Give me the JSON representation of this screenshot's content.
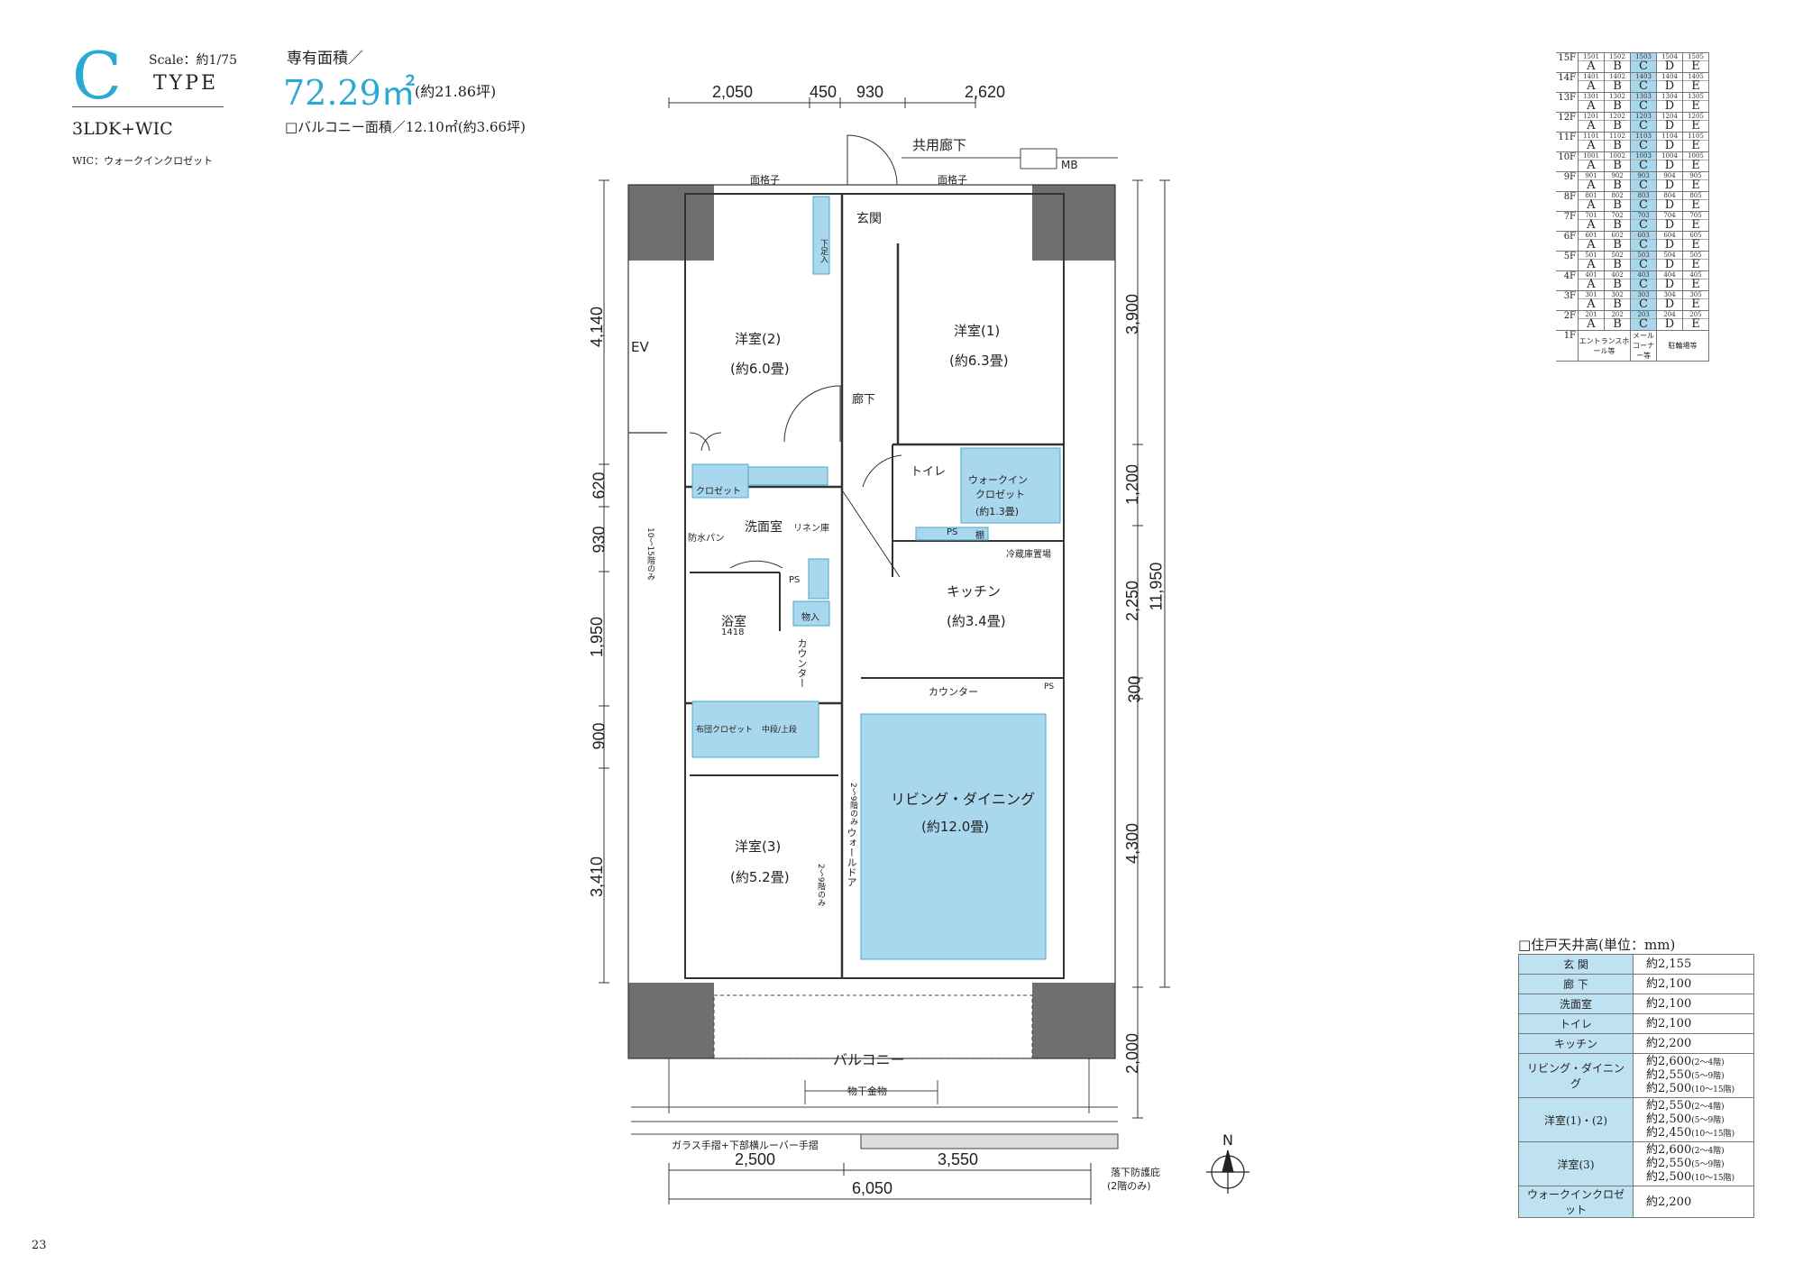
{
  "header": {
    "type_letter": "C",
    "scale": "Scale：約1/75",
    "type_word": "TYPE",
    "plan_type": "3LDK+WIC",
    "wic_note": "WIC：ウォークインクロゼット",
    "area_label": "専有面積／",
    "area_value": "72.29㎡",
    "area_tsubo": "(約21.86坪)",
    "balcony_area": "□バルコニー面積／12.10㎡(約3.66坪)"
  },
  "page_number": "23",
  "floor_grid": {
    "floors": [
      "15F",
      "14F",
      "13F",
      "12F",
      "11F",
      "10F",
      "9F",
      "8F",
      "7F",
      "6F",
      "5F",
      "4F",
      "3F",
      "2F"
    ],
    "letters": [
      "A",
      "B",
      "C",
      "D",
      "E"
    ],
    "highlight": "C",
    "rooms": [
      [
        "1501",
        "1502",
        "1503",
        "1504",
        "1505"
      ],
      [
        "1401",
        "1402",
        "1403",
        "1404",
        "1405"
      ],
      [
        "1301",
        "1302",
        "1303",
        "1304",
        "1305"
      ],
      [
        "1201",
        "1202",
        "1203",
        "1204",
        "1205"
      ],
      [
        "1101",
        "1102",
        "1103",
        "1104",
        "1105"
      ],
      [
        "1001",
        "1002",
        "1003",
        "1004",
        "1005"
      ],
      [
        "901",
        "902",
        "903",
        "904",
        "905"
      ],
      [
        "801",
        "802",
        "803",
        "804",
        "805"
      ],
      [
        "701",
        "702",
        "703",
        "704",
        "705"
      ],
      [
        "601",
        "602",
        "603",
        "604",
        "605"
      ],
      [
        "501",
        "502",
        "503",
        "504",
        "505"
      ],
      [
        "401",
        "402",
        "403",
        "404",
        "405"
      ],
      [
        "301",
        "302",
        "303",
        "304",
        "305"
      ],
      [
        "201",
        "202",
        "203",
        "204",
        "205"
      ]
    ],
    "first_floor": {
      "label": "1F",
      "c1": "エントランスホール等",
      "c2": "メールコーナー等",
      "c3": "駐輪場等"
    }
  },
  "ceiling_table": {
    "title": "□住戸天井高(単位：mm)",
    "rows": [
      {
        "room": "玄 関",
        "value": "約2,155",
        "sub": ""
      },
      {
        "room": "廊 下",
        "value": "約2,100",
        "sub": ""
      },
      {
        "room": "洗面室",
        "value": "約2,100",
        "sub": ""
      },
      {
        "room": "トイレ",
        "value": "約2,100",
        "sub": ""
      },
      {
        "room": "キッチン",
        "value": "約2,200",
        "sub": ""
      },
      {
        "room": "リビング・ダイニング",
        "value": "約2,600",
        "sub": "(2〜4階)",
        "value2": "約2,550",
        "sub2": "(5〜9階)",
        "value3": "約2,500",
        "sub3": "(10〜15階)"
      },
      {
        "room": "洋室(1)・(2)",
        "value": "約2,550",
        "sub": "(2〜4階)",
        "value2": "約2,500",
        "sub2": "(5〜9階)",
        "value3": "約2,450",
        "sub3": "(10〜15階)"
      },
      {
        "room": "洋室(3)",
        "value": "約2,600",
        "sub": "(2〜4階)",
        "value2": "約2,550",
        "sub2": "(5〜9階)",
        "value3": "約2,500",
        "sub3": "(10〜15階)"
      },
      {
        "room": "ウォークインクロゼット",
        "value": "約2,200",
        "sub": ""
      }
    ]
  },
  "plan": {
    "dims_top": [
      "2,050",
      "450",
      "930",
      "2,620"
    ],
    "dims_bottom": [
      "2,500",
      "3,550",
      "6,050"
    ],
    "dims_left": [
      "4,140",
      "620",
      "930",
      "1,950",
      "900",
      "3,410"
    ],
    "dims_right": [
      "3,900",
      "1,200",
      "2,250",
      "300",
      "4,300",
      "2,000"
    ],
    "dim_total_right": "11,950",
    "labels": {
      "corridor_common": "共用廊下",
      "mb": "MB",
      "grille1": "面格子",
      "grille2": "面格子",
      "entrance": "玄関",
      "shoebox": "下足入",
      "ev": "EV",
      "room2": "洋室(2)",
      "room2_size": "(約6.0畳)",
      "room1": "洋室(1)",
      "room1_size": "(約6.3畳)",
      "hallway": "廊下",
      "closet": "クロゼット",
      "toilet": "トイレ",
      "wic1": "ウォークイン",
      "wic2": "クロゼット",
      "wic_size": "(約1.3畳)",
      "washroom": "洗面室",
      "linen": "リネン庫",
      "waterpan": "防水パン",
      "floors_note": "10〜15階のみ",
      "ps1": "PS",
      "ps2": "PS",
      "ps3": "PS",
      "shelf": "棚",
      "fridge": "冷蔵庫置場",
      "kitchen": "キッチン",
      "kitchen_size": "(約3.4畳)",
      "bath": "浴室",
      "bath_size": "1418",
      "storage": "物入",
      "counter_v": "カウンター",
      "counter_h": "カウンター",
      "futon": "布団クロゼット",
      "shelf2": "中段/上段",
      "living": "リビング・ダイニング",
      "living_size": "(約12.0畳)",
      "walldoor": "ウォールドア",
      "floors_2_9a": "2〜9階のみ",
      "floors_2_9b": "2〜9階のみ",
      "room3": "洋室(3)",
      "room3_size": "(約5.2畳)",
      "balcony": "バルコニー",
      "dryer": "物干金物",
      "railing": "ガラス手摺+下部横ルーバー手摺",
      "eave1": "落下防護庇",
      "eave2": "(2階のみ)",
      "north": "N"
    }
  }
}
